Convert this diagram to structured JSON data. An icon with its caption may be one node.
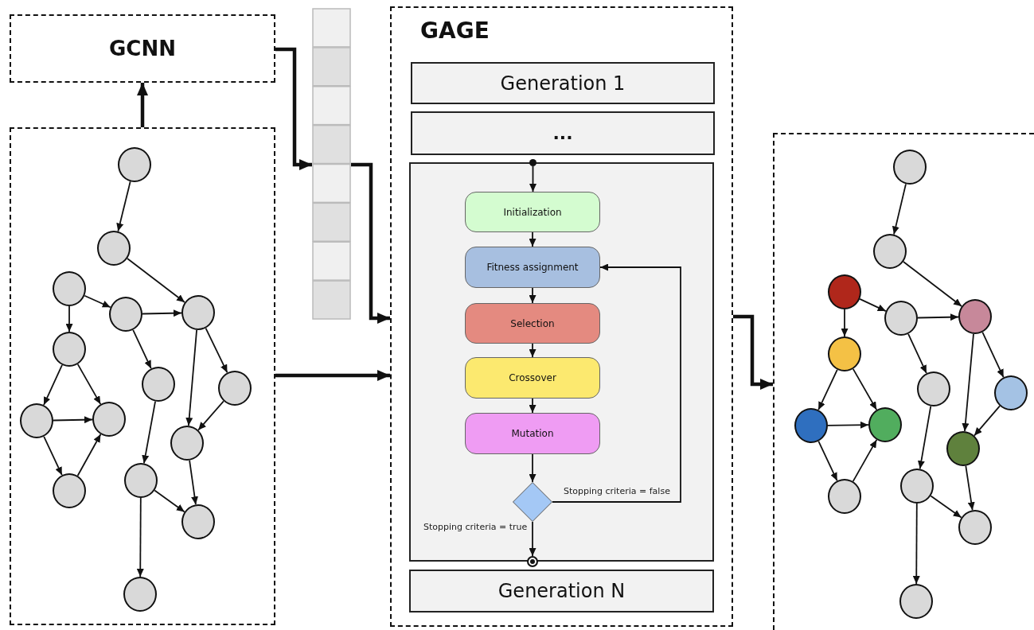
{
  "diagram": {
    "nodes": [
      {
        "text": [
          "GCNN"
        ]
      },
      {
        "text": [],
        "shape": "bar"
      },
      {
        "text": [
          "GAGE"
        ]
      },
      {
        "text": [
          "Generation 1"
        ],
        "in": 2
      },
      {
        "text": [
          "..."
        ],
        "in": 2
      },
      {
        "text": [],
        "shape": "box",
        "in": 2
      },
      {
        "text": [],
        "shape": "circle",
        "in": 2
      },
      {
        "text": [
          "Initialization"
        ],
        "in": 5
      },
      {
        "text": [
          "Fitness assignment"
        ],
        "in": 5
      },
      {
        "text": [
          "Selection"
        ],
        "in": 5
      },
      {
        "text": [
          "Crossover"
        ],
        "in": 5
      },
      {
        "text": [
          "Mutation"
        ],
        "in": 5
      },
      {
        "text": [],
        "shape": "diamond",
        "in": 5
      },
      {
        "text": [],
        "shape": "circle",
        "in": 2
      },
      {
        "text": [
          "Generation N"
        ],
        "in": 2
      },
      {
        "text": [],
        "shape": "box"
      },
      {
        "text": [],
        "shape": "circle",
        "in": 15
      },
      {
        "text": [],
        "shape": "circle",
        "in": 15
      },
      {
        "text": [],
        "shape": "circle",
        "in": 15
      },
      {
        "text": [],
        "shape": "circle",
        "in": 15
      },
      {
        "text": [],
        "shape": "circle",
        "in": 15
      },
      {
        "text": [],
        "shape": "circle",
        "in": 15
      },
      {
        "text": [],
        "shape": "circle",
        "in": 15
      },
      {
        "text": [],
        "shape": "circle",
        "in": 15
      },
      {
        "text": [],
        "shape": "circle",
        "in": 15
      },
      {
        "text": [],
        "shape": "circle",
        "in": 15
      },
      {
        "text": [],
        "shape": "circle",
        "in": 15
      },
      {
        "text": [],
        "shape": "circle",
        "in": 15
      },
      {
        "text": [],
        "shape": "circle",
        "in": 15
      },
      {
        "text": [],
        "shape": "circle",
        "in": 15
      },
      {
        "text": [],
        "shape": "circle",
        "in": 15
      },
      {
        "text": [],
        "shape": "box"
      },
      {
        "text": [],
        "shape": "circle",
        "in": 31
      },
      {
        "text": [],
        "shape": "circle",
        "in": 31
      },
      {
        "text": [],
        "shape": "circle",
        "in": 31
      },
      {
        "text": [],
        "shape": "circle",
        "in": 31
      },
      {
        "text": [],
        "shape": "circle",
        "in": 31
      },
      {
        "text": [],
        "shape": "circle",
        "in": 31
      },
      {
        "text": [],
        "shape": "circle",
        "in": 31
      },
      {
        "text": [],
        "shape": "circle",
        "in": 31
      },
      {
        "text": [],
        "shape": "circle",
        "in": 31
      },
      {
        "text": [],
        "shape": "circle",
        "in": 31
      },
      {
        "text": [],
        "shape": "circle",
        "in": 31
      },
      {
        "text": [],
        "shape": "circle",
        "in": 31
      },
      {
        "text": [],
        "shape": "circle",
        "in": 31
      },
      {
        "text": [],
        "shape": "circle",
        "in": 31
      },
      {
        "text": [],
        "shape": "circle",
        "in": 31
      }
    ],
    "edges": [
      {
        "from": 15,
        "to": 0,
        "arrow": "to",
        "style": "thick"
      },
      {
        "from": 0,
        "to": 1,
        "arrow": "to",
        "style": "thick"
      },
      {
        "from": 1,
        "to": 2,
        "arrow": "to",
        "style": "thick"
      },
      {
        "from": 15,
        "to": 2,
        "arrow": "to",
        "style": "thick"
      },
      {
        "from": 2,
        "to": 31,
        "arrow": "to",
        "style": "thick"
      },
      {
        "from": 6,
        "to": 7,
        "arrow": "to"
      },
      {
        "from": 7,
        "to": 8,
        "arrow": "to"
      },
      {
        "from": 8,
        "to": 9,
        "arrow": "to"
      },
      {
        "from": 9,
        "to": 10,
        "arrow": "to"
      },
      {
        "from": 10,
        "to": 11,
        "arrow": "to"
      },
      {
        "from": 11,
        "to": 12,
        "arrow": "to"
      },
      {
        "from": 12,
        "to": 8,
        "arrow": "to",
        "label": "Stopping criteria = false"
      },
      {
        "from": 12,
        "to": 13,
        "arrow": "to",
        "label": "Stopping criteria = true"
      },
      {
        "from": 16,
        "to": 17,
        "arrow": "to"
      },
      {
        "from": 17,
        "to": 20,
        "arrow": "to"
      },
      {
        "from": 18,
        "to": 19,
        "arrow": "to"
      },
      {
        "from": 18,
        "to": 21,
        "arrow": "to"
      },
      {
        "from": 19,
        "to": 20,
        "arrow": "to"
      },
      {
        "from": 19,
        "to": 22,
        "arrow": "to"
      },
      {
        "from": 20,
        "to": 26,
        "arrow": "to"
      },
      {
        "from": 20,
        "to": 23,
        "arrow": "to"
      },
      {
        "from": 23,
        "to": 26,
        "arrow": "to"
      },
      {
        "from": 21,
        "to": 24,
        "arrow": "to"
      },
      {
        "from": 21,
        "to": 25,
        "arrow": "to"
      },
      {
        "from": 24,
        "to": 25,
        "arrow": "to"
      },
      {
        "from": 24,
        "to": 27,
        "arrow": "to"
      },
      {
        "from": 27,
        "to": 25,
        "arrow": "to"
      },
      {
        "from": 22,
        "to": 28,
        "arrow": "to"
      },
      {
        "from": 26,
        "to": 29,
        "arrow": "to"
      },
      {
        "from": 28,
        "to": 29,
        "arrow": "to"
      },
      {
        "from": 28,
        "to": 30,
        "arrow": "to"
      },
      {
        "from": 32,
        "to": 33,
        "arrow": "to"
      },
      {
        "from": 33,
        "to": 36,
        "arrow": "to"
      },
      {
        "from": 34,
        "to": 35,
        "arrow": "to"
      },
      {
        "from": 34,
        "to": 37,
        "arrow": "to"
      },
      {
        "from": 35,
        "to": 36,
        "arrow": "to"
      },
      {
        "from": 35,
        "to": 38,
        "arrow": "to"
      },
      {
        "from": 36,
        "to": 42,
        "arrow": "to"
      },
      {
        "from": 36,
        "to": 39,
        "arrow": "to"
      },
      {
        "from": 39,
        "to": 42,
        "arrow": "to"
      },
      {
        "from": 37,
        "to": 40,
        "arrow": "to"
      },
      {
        "from": 37,
        "to": 41,
        "arrow": "to"
      },
      {
        "from": 40,
        "to": 41,
        "arrow": "to"
      },
      {
        "from": 40,
        "to": 43,
        "arrow": "to"
      },
      {
        "from": 43,
        "to": 41,
        "arrow": "to"
      },
      {
        "from": 38,
        "to": 44,
        "arrow": "to"
      },
      {
        "from": 42,
        "to": 45,
        "arrow": "to"
      },
      {
        "from": 44,
        "to": 45,
        "arrow": "to"
      },
      {
        "from": 44,
        "to": 46,
        "arrow": "to"
      }
    ]
  }
}
